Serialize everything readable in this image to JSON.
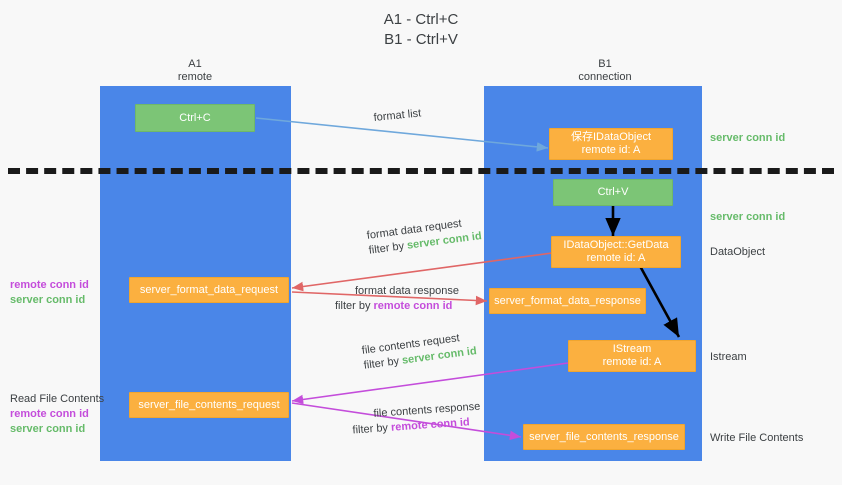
{
  "title": {
    "line1": "A1 - Ctrl+C",
    "line2": "B1 - Ctrl+V"
  },
  "columns": [
    {
      "name": "A1",
      "subtitle": "remote"
    },
    {
      "name": "B1",
      "subtitle": "connection"
    }
  ],
  "colors": {
    "lane": "#4a86e8",
    "node_orange": "#fbb040",
    "node_green": "#7cc576",
    "server_conn_id": "#66bb6a",
    "remote_conn_id": "#c44ddb",
    "arrow_blue": "#6fa8dc",
    "arrow_red": "#e06666",
    "arrow_magenta": "#c44ddb",
    "arrow_black": "#000000",
    "background": "#f8f8f8"
  },
  "nodes": {
    "ctrl_c": {
      "line1": "Ctrl+C",
      "line2": ""
    },
    "save_idataobject": {
      "line1": "保存IDataObject",
      "line2": "remote id: A"
    },
    "ctrl_v": {
      "line1": "Ctrl+V",
      "line2": ""
    },
    "idataobject_getdata": {
      "line1": "IDataObject::GetData",
      "line2": "remote id: A"
    },
    "server_format_data_request": {
      "line1": "server_format_data_request",
      "line2": ""
    },
    "server_format_data_response": {
      "line1": "server_format_data_response",
      "line2": ""
    },
    "istream": {
      "line1": "IStream",
      "line2": "remote id: A"
    },
    "server_file_contents_request": {
      "line1": "server_file_contents_request",
      "line2": ""
    },
    "server_file_contents_response": {
      "line1": "server_file_contents_response",
      "line2": ""
    }
  },
  "edge_labels": {
    "format_list": "format list",
    "format_data_request": "format data request",
    "format_data_request_filter_prefix": "filter by ",
    "format_data_request_filter_token": "server conn id",
    "format_data_response": "format data response",
    "format_data_response_filter_prefix": "filter by ",
    "format_data_response_filter_token": "remote conn id",
    "file_contents_request": "file contents request",
    "file_contents_request_filter_prefix": "filter by ",
    "file_contents_request_filter_token": "server conn id",
    "file_contents_response": "file contents response",
    "file_contents_response_filter_prefix": "filter by ",
    "file_contents_response_filter_token": "remote conn id"
  },
  "right_notes": {
    "server_conn_id_top": "server conn id",
    "server_conn_id_mid": "server conn id",
    "dataobject": "DataObject",
    "istream": "Istream",
    "write_file_contents": "Write File Contents"
  },
  "left_notes": {
    "remote_conn_id_1": "remote conn id",
    "server_conn_id_1": "server conn id",
    "read_file_contents": "Read File Contents",
    "remote_conn_id_2": "remote conn id",
    "server_conn_id_2": "server conn id"
  }
}
